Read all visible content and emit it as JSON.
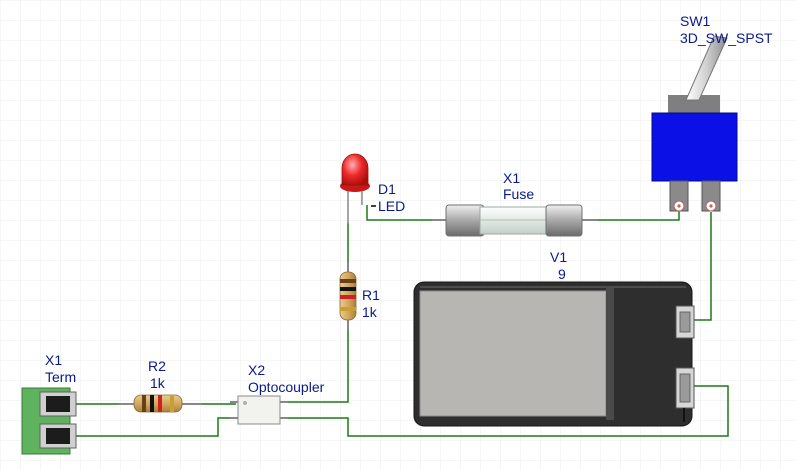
{
  "components": {
    "sw1": {
      "ref": "SW1",
      "value": "3D_SW_SPST"
    },
    "d1": {
      "ref": "D1",
      "value": "LED"
    },
    "fuse": {
      "ref": "X1",
      "value": "Fuse"
    },
    "r1": {
      "ref": "R1",
      "value": "1k"
    },
    "v1": {
      "ref": "V1",
      "value": "9"
    },
    "term": {
      "ref": "X1",
      "value": "Term"
    },
    "r2": {
      "ref": "R2",
      "value": "1k"
    },
    "opto": {
      "ref": "X2",
      "value": "Optocoupler"
    }
  },
  "colors": {
    "wire": "#1a7a1a",
    "label": "#0a1a8c",
    "grid": "#ececec",
    "switch_body": "#0a10e6",
    "led": "#e62020",
    "battery_dark": "#2e2e2e",
    "battery_light": "#b8b6b2",
    "terminal": "#5fb35f"
  }
}
